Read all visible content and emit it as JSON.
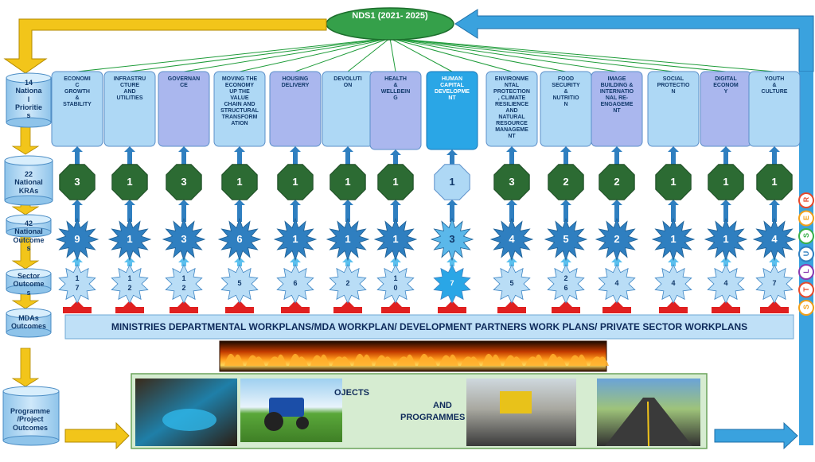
{
  "colors": {
    "kra_box": "#aed8f5",
    "kra_box_alt": "#aab7ee",
    "kra_highlight": "#2aa6e6",
    "octagon": "#2c6b33",
    "star": "#2f7fc0",
    "star_highlight": "#5bb8ea",
    "arrow_yellow": "#f2c51a",
    "arrow_blue": "#3aa2de",
    "arrow_red": "#e02020",
    "bar": "#bfe0f7",
    "nds_oval": "#35a04a",
    "rays": "#1f9c3a"
  },
  "nds": {
    "title": "NDS1 (2021-\n2025)"
  },
  "left_column": {
    "priorities": "14\nNationa\nl\nPrioritie\ns",
    "kras": "22\nNational\nKRAs",
    "outcomes": "42\nNational\nOutcome\ns",
    "sector_outcomes": "Sector\nOutcome\ns",
    "mdas_outcomes": "MDAs\nOutcomes",
    "programme_outcomes": "Programme\n/Project\nOutcomes"
  },
  "kras": [
    {
      "label": "ECONOMI\nC\nGROWTH\n&\nSTABILITY",
      "kra_count": "3",
      "outcome_count": "9",
      "sector_count": "1\n7"
    },
    {
      "label": "INFRASTRU\nCTURE\nAND\nUTILITIES",
      "kra_count": "1",
      "outcome_count": "1",
      "sector_count": "1\n2"
    },
    {
      "label": "GOVERNAN\nCE",
      "kra_count": "3",
      "outcome_count": "3",
      "sector_count": "1\n2"
    },
    {
      "label": "MOVING THE\nECONOMY\nUP THE\nVALUE\nCHAIN AND\nSTRUCTURAL\nTRANSFORM\nATION",
      "kra_count": "1",
      "outcome_count": "6",
      "sector_count": "5"
    },
    {
      "label": "HOUSING\nDELIVERY",
      "kra_count": "1",
      "outcome_count": "1",
      "sector_count": "6"
    },
    {
      "label": "DEVOLUTI\nON",
      "kra_count": "1",
      "outcome_count": "1",
      "sector_count": "2"
    },
    {
      "label": "HEALTH\n&\nWELLBEIN\nG",
      "kra_count": "1",
      "outcome_count": "1",
      "sector_count": "1\n0"
    },
    {
      "label": "HUMAN\nCAPITAL\nDEVELOPME\nNT",
      "kra_count": "1",
      "outcome_count": "3",
      "sector_count": "7"
    },
    {
      "label": "ENVIRONME\nNTAL\nPROTECTION\n, CLIMATE\nRESILIENCE\nAND\nNATURAL\nRESOURCE\nMANAGEME\nNT",
      "kra_count": "3",
      "outcome_count": "4",
      "sector_count": "5"
    },
    {
      "label": "FOOD\nSECURITY\n&\nNUTRITIO\nN",
      "kra_count": "2",
      "outcome_count": "5",
      "sector_count": "2\n6"
    },
    {
      "label": "IMAGE\nBUILDING &\nINTERNATIO\nNAL RE-\nENGAGEME\nNT",
      "kra_count": "2",
      "outcome_count": "2",
      "sector_count": "4"
    },
    {
      "label": "SOCIAL\nPROTECTIO\nN",
      "kra_count": "1",
      "outcome_count": "1",
      "sector_count": "4"
    },
    {
      "label": "DIGITAL\nECONOM\nY",
      "kra_count": "1",
      "outcome_count": "1",
      "sector_count": "4"
    },
    {
      "label": "YOUTH\n&\nCULTURE",
      "kra_count": "1",
      "outcome_count": "4",
      "sector_count": "7"
    }
  ],
  "workplans_bar": "MINISTRIES DEPARTMENTAL WORKPLANS/MDA WORKPLAN/ DEVELOPMENT PARTNERS WORK PLANS/ PRIVATE SECTOR WORKPLANS",
  "projects": {
    "projects_text": "OJECTS",
    "and_text": "AND",
    "programmes_text": "PROGRAMMES"
  },
  "results": [
    "R",
    "E",
    "S",
    "U",
    "L",
    "T",
    "S"
  ]
}
